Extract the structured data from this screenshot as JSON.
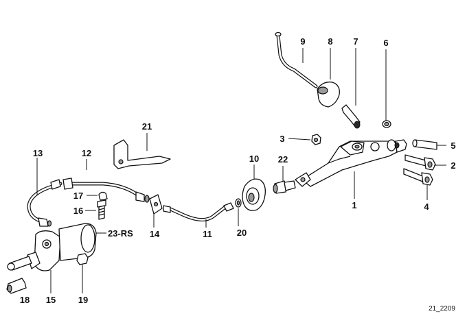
{
  "diagram": {
    "drawing_code": "21_2209",
    "callouts": [
      {
        "id": "c1",
        "text": "1"
      },
      {
        "id": "c2",
        "text": "2"
      },
      {
        "id": "c3",
        "text": "3"
      },
      {
        "id": "c4",
        "text": "4"
      },
      {
        "id": "c5",
        "text": "5"
      },
      {
        "id": "c6",
        "text": "6"
      },
      {
        "id": "c7",
        "text": "7"
      },
      {
        "id": "c8",
        "text": "8"
      },
      {
        "id": "c9",
        "text": "9"
      },
      {
        "id": "c10",
        "text": "10"
      },
      {
        "id": "c11",
        "text": "11"
      },
      {
        "id": "c12",
        "text": "12"
      },
      {
        "id": "c13",
        "text": "13"
      },
      {
        "id": "c14",
        "text": "14"
      },
      {
        "id": "c15",
        "text": "15"
      },
      {
        "id": "c16",
        "text": "16"
      },
      {
        "id": "c17",
        "text": "17"
      },
      {
        "id": "c18",
        "text": "18"
      },
      {
        "id": "c19",
        "text": "19"
      },
      {
        "id": "c20",
        "text": "20"
      },
      {
        "id": "c21",
        "text": "21"
      },
      {
        "id": "c22",
        "text": "22"
      },
      {
        "id": "c23",
        "text": "23-RS"
      }
    ]
  }
}
